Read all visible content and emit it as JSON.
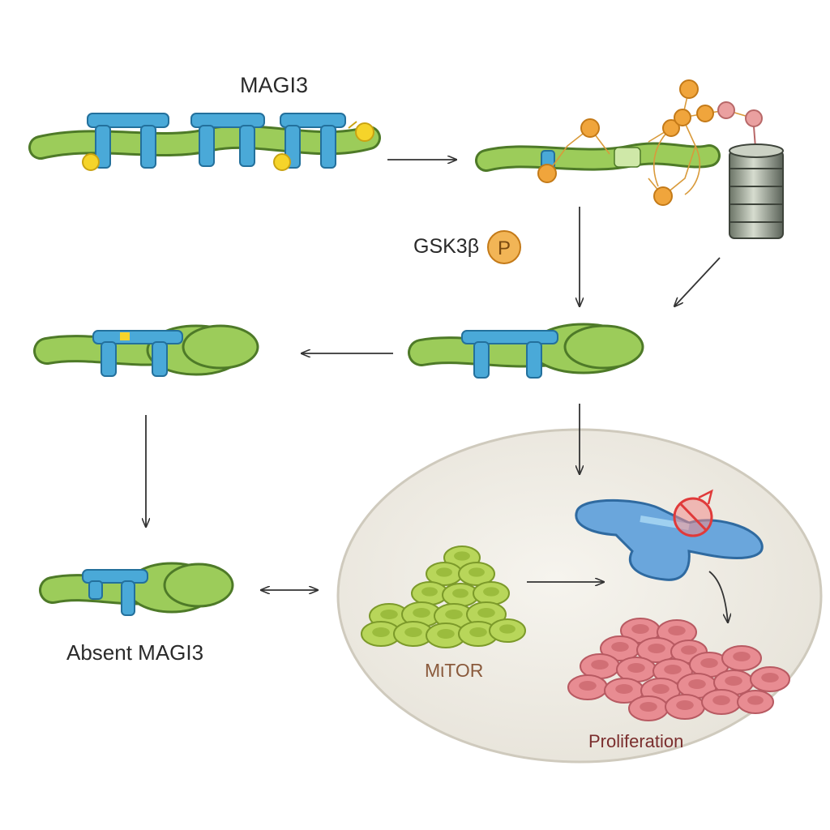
{
  "labels": {
    "magi3": "MAGI3",
    "gsk3b": "GSK3β",
    "phospho": "P",
    "absent_magi3": "Absent MAGI3",
    "mtor": "MιTOR",
    "proliferation": "Proliferation"
  },
  "colors": {
    "filament": "#9ccc5a",
    "filament_outline": "#4e7a28",
    "magi3_protein": "#4aa9d8",
    "magi3_outline": "#23709c",
    "phospho_bead": "#f5d42a",
    "orange_bead": "#f0a53c",
    "pink_bead": "#eaa0a0",
    "green_cluster": "#b8d65a",
    "pink_cluster": "#e88c92",
    "blue_complex": "#6aa6dc",
    "inhibit_red": "#e03a3a",
    "nucleus_fill": "#f1efe8",
    "arrow": "#333333"
  },
  "icons": {
    "receptor": "barrel-receptor-icon",
    "inhibit": "no-sign-icon"
  }
}
